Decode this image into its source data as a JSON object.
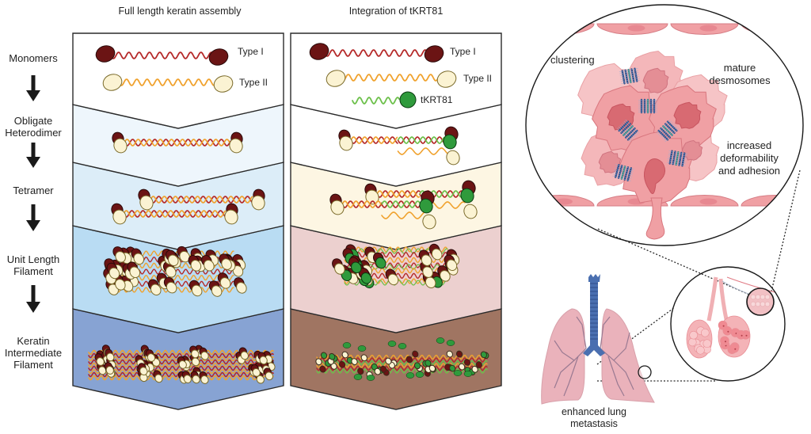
{
  "columns": {
    "left_title": "Full length keratin assembly",
    "right_title": "Integration of tKRT81"
  },
  "stages": [
    {
      "id": "monomers",
      "label_lines": [
        "Monomers"
      ],
      "left_color": "#ffffff",
      "right_color": "#ffffff"
    },
    {
      "id": "heterodimer",
      "label_lines": [
        "Obligate",
        "Heterodimer"
      ],
      "left_color": "#eef6fc",
      "right_color": "#ffffff"
    },
    {
      "id": "tetramer",
      "label_lines": [
        "Tetramer"
      ],
      "left_color": "#dcedf8",
      "right_color": "#fdf6e3"
    },
    {
      "id": "ulf",
      "label_lines": [
        "Unit Length",
        "Filament"
      ],
      "left_color": "#b9dcf3",
      "right_color": "#ecd0cf"
    },
    {
      "id": "kif",
      "label_lines": [
        "Keratin",
        "Intermediate",
        "Filament"
      ],
      "left_color": "#87a3d3",
      "right_color": "#a07562"
    }
  ],
  "monomer_labels": {
    "type1": "Type I",
    "type2": "Type II",
    "tkrt81": "tKRT81"
  },
  "colors": {
    "type1_head": "#6b1414",
    "type1_rod": "#b52a2a",
    "type2_head": "#fbf3d3",
    "type2_head_outline": "#7a6a2a",
    "type2_rod": "#f0a22e",
    "tkrt81_head": "#2f9a3c",
    "tkrt81_rod": "#6cc04a",
    "cell_pink": "#f0a0a4",
    "cell_nucleus": "#d86a72",
    "desmosome_blue": "#2e4e8a",
    "desmosome_teal": "#3a8a86",
    "lung_pink": "#eab2bb",
    "trachea_blue": "#4a6fb0",
    "outline": "#1a1a1a"
  },
  "magnified_view": {
    "labels": {
      "clustering": "clustering",
      "desmosomes": [
        "mature",
        "desmosomes"
      ],
      "deformability": [
        "increased",
        "deformability",
        "and adhesion"
      ]
    }
  },
  "lung": {
    "caption_lines": [
      "enhanced lung",
      "metastasis"
    ]
  }
}
